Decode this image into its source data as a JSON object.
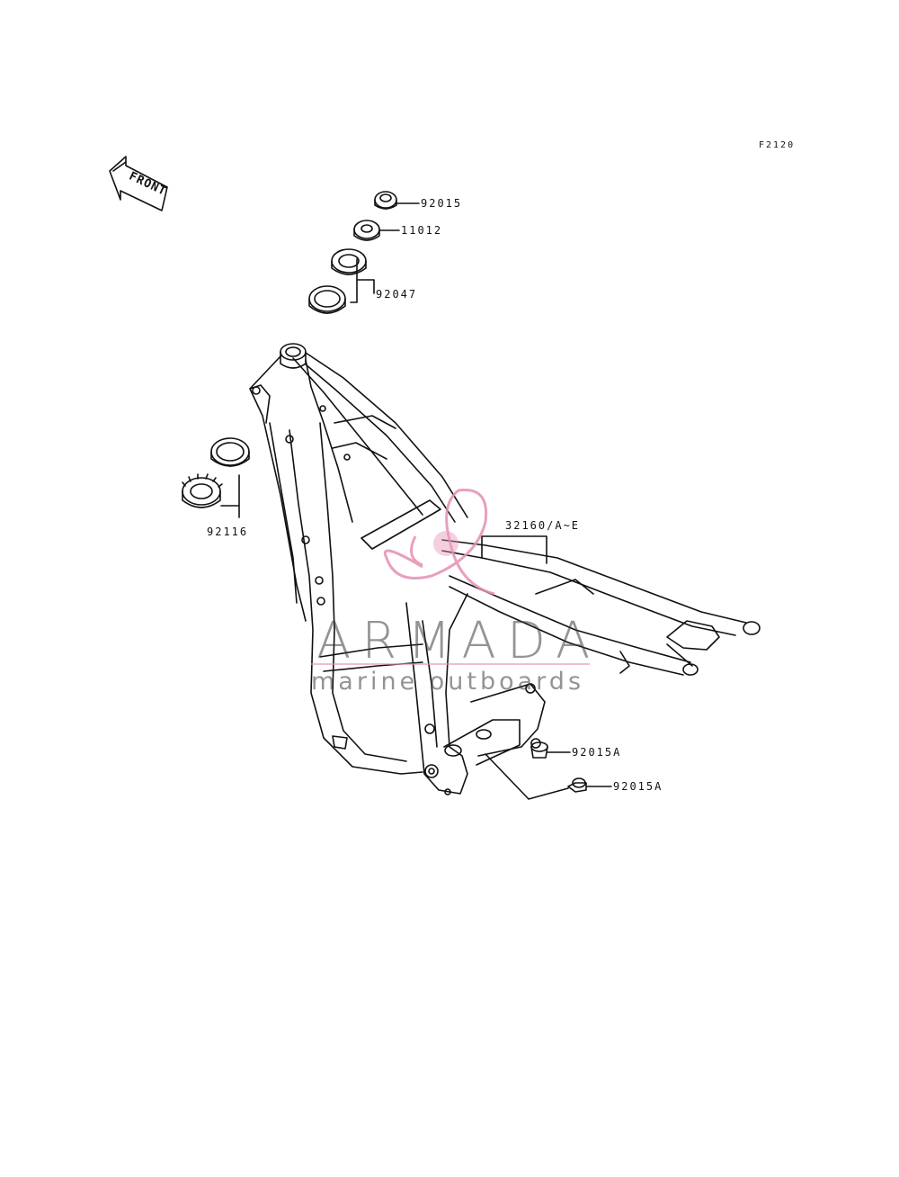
{
  "diagram_code": "F2120",
  "front_arrow_label": "FRONT",
  "parts": {
    "p92015": "92015",
    "p11012": "11012",
    "p92047": "92047",
    "p92116": "92116",
    "p32160": "32160/A~E",
    "p92015a_1": "92015A",
    "p92015a_2": "92015A"
  },
  "watermark": {
    "brand": "ARMADA",
    "tagline": "marine outboards",
    "accent_color": "#e58fb5"
  }
}
